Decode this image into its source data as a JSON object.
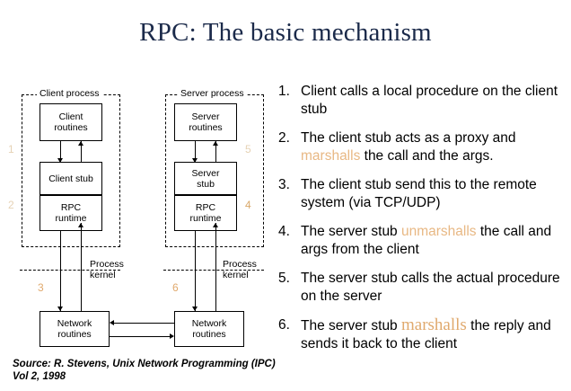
{
  "slide": {
    "title": "RPC: The basic mechanism",
    "source_note_line1": "Source: R. Stevens, Unix Network Programming (IPC)",
    "source_note_line2": "Vol 2,  1998"
  },
  "colors": {
    "title": "#1b2a4a",
    "step_number_light": "#e6d2b5",
    "step_number_strong": "#e0a96d",
    "highlight_sans": "#e8b884",
    "highlight_serif": "#e0a96d",
    "box_border": "#000000",
    "background": "#ffffff"
  },
  "diagram": {
    "client": {
      "process_label": "Client process",
      "boxes": [
        {
          "id": "client-routines",
          "line1": "Client",
          "line2": "routines"
        },
        {
          "id": "client-stub",
          "line1": "Client stub",
          "line2": ""
        },
        {
          "id": "client-rpc-runtime",
          "line1": "RPC",
          "line2": "runtime"
        },
        {
          "id": "client-network-routines",
          "line1": "Network",
          "line2": "routines"
        }
      ],
      "step_numbers": [
        "1",
        "2",
        "3"
      ]
    },
    "server": {
      "process_label": "Server process",
      "boxes": [
        {
          "id": "server-routines",
          "line1": "Server",
          "line2": "routines"
        },
        {
          "id": "server-stub",
          "line1": "Server",
          "line2": "stub"
        },
        {
          "id": "server-rpc-runtime",
          "line1": "RPC",
          "line2": "runtime"
        },
        {
          "id": "server-network-routines",
          "line1": "Network",
          "line2": "routines"
        }
      ],
      "step_numbers": [
        "5",
        "4",
        "6"
      ]
    },
    "kernel_divider": {
      "label_line1": "Process",
      "label_line2": "kernel"
    }
  },
  "steps": [
    {
      "number": "1.",
      "segments": [
        {
          "text": "Client calls a local procedure on the client stub",
          "style": "normal"
        }
      ]
    },
    {
      "number": "2.",
      "segments": [
        {
          "text": "The client stub acts as a proxy and ",
          "style": "normal"
        },
        {
          "text": "marshalls",
          "style": "highlight-sans"
        },
        {
          "text": " the call and the args.",
          "style": "normal"
        }
      ]
    },
    {
      "number": "3.",
      "segments": [
        {
          "text": "The client stub send this to the remote system (via TCP/UDP)",
          "style": "normal"
        }
      ]
    },
    {
      "number": "4.",
      "segments": [
        {
          "text": "The server stub ",
          "style": "normal"
        },
        {
          "text": "unmarshalls",
          "style": "highlight-sans"
        },
        {
          "text": " the call and args from the client",
          "style": "normal"
        }
      ]
    },
    {
      "number": "5.",
      "segments": [
        {
          "text": "The server stub calls the actual procedure on the server",
          "style": "normal"
        }
      ]
    },
    {
      "number": "6.",
      "segments": [
        {
          "text": "The server stub ",
          "style": "normal"
        },
        {
          "text": "marshalls",
          "style": "highlight-serif"
        },
        {
          "text": " the reply and sends it back to the client",
          "style": "normal"
        }
      ]
    }
  ]
}
